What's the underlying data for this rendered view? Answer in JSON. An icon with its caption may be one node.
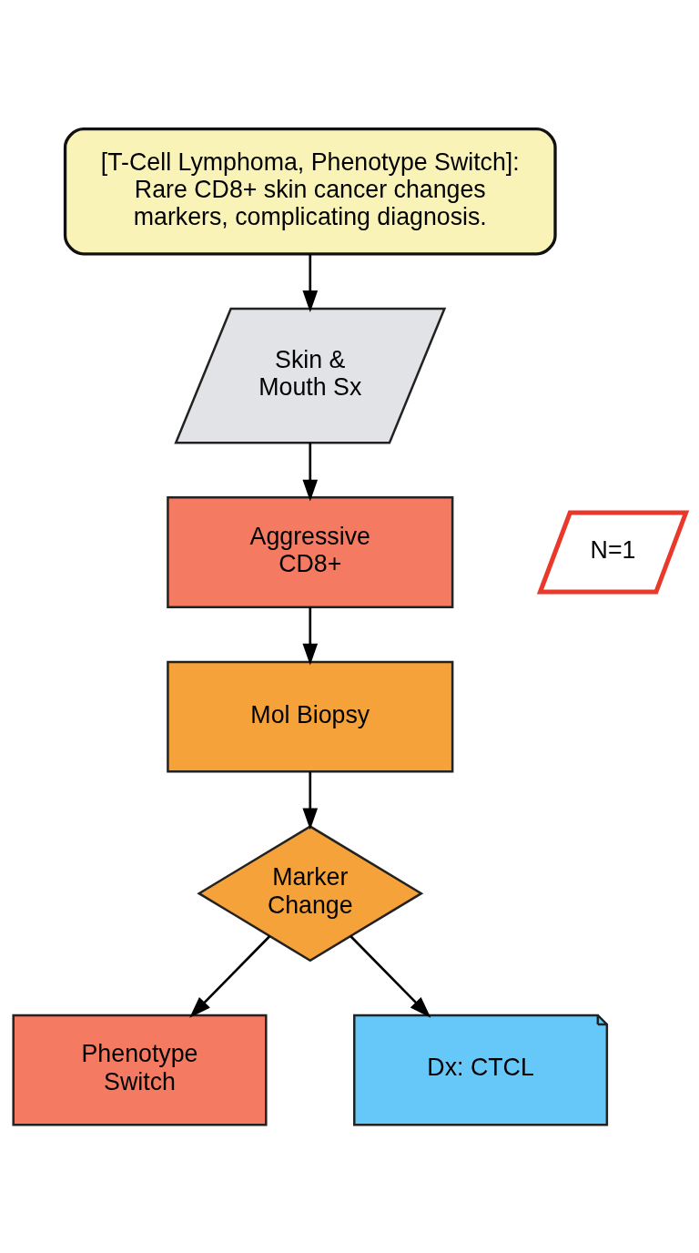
{
  "diagram": {
    "nodes": [
      {
        "text": [
          "[T-Cell Lymphoma, Phenotype Switch]: Rare CD8+ skin cancer changes markers, complicating diagnosis."
        ]
      },
      {
        "text": [
          "Skin & Mouth Sx"
        ]
      },
      {
        "text": [
          "N=1"
        ]
      },
      {
        "text": [
          "Aggressive CD8+"
        ]
      },
      {
        "text": [
          "Mol Biopsy"
        ]
      },
      {
        "text": [
          "Marker Change"
        ]
      },
      {
        "text": [
          "Phenotype Switch"
        ]
      },
      {
        "text": [
          "Dx: CTCL"
        ]
      }
    ],
    "edges": [
      {
        "from": 0,
        "to": 1,
        "arrow": "to"
      },
      {
        "from": 1,
        "to": 3,
        "arrow": "to"
      },
      {
        "from": 3,
        "to": 4,
        "arrow": "to"
      },
      {
        "from": 4,
        "to": 5,
        "arrow": "to"
      },
      {
        "from": 5,
        "to": 6,
        "arrow": "to"
      },
      {
        "from": 5,
        "to": 7,
        "arrow": "to"
      }
    ]
  }
}
